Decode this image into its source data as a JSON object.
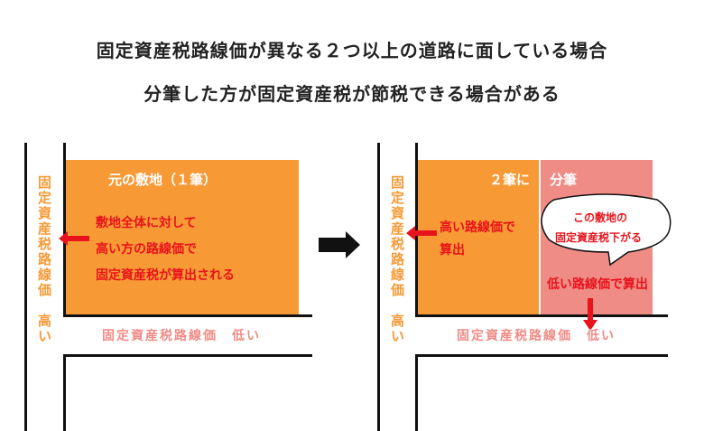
{
  "title_line1": "固定資産税路線価が異なる２つ以上の道路に面している場合",
  "title_line2": "分筆した方が固定資産税が節税できる場合がある",
  "left": {
    "lot_title": "元の敷地（１筆）",
    "text_line1": "敷地全体に対して",
    "text_line2": "高い方の路線価で",
    "text_line3": "固定資産税が算出される",
    "side_road_label": "固定資産税路線価",
    "side_road_high": "高い",
    "bottom_road_label": "固定資産税路線価　低い"
  },
  "right": {
    "split_left_label": "２筆に",
    "split_right_label": "分筆",
    "left_text_line1": "高い路線価で",
    "left_text_line2": "算出",
    "bubble_line1": "この敷地の",
    "bubble_line2": "固定資産税下がる",
    "low_text": "低い路線価で算出",
    "side_road_label": "固定資産税路線価",
    "side_road_high": "高い",
    "bottom_road_label": "固定資産税路線価　低い"
  },
  "colors": {
    "orange": "#f79a36",
    "pink": "#f08c86",
    "red": "#e8141c",
    "road_label": "#f08c86"
  }
}
